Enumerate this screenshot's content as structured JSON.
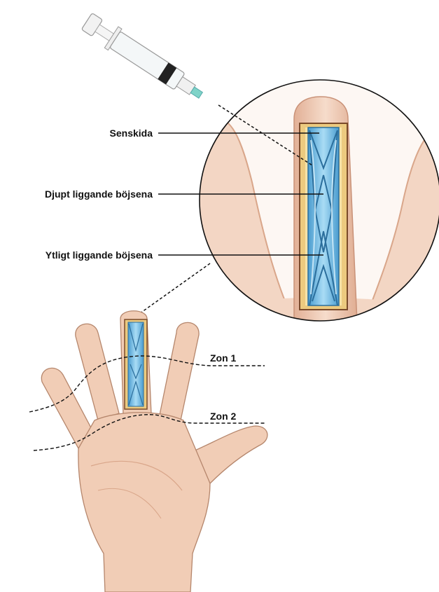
{
  "labels": {
    "tendon_sheath": "Senskida",
    "deep_flexor": "Djupt liggande böjsena",
    "superficial_flexor": "Ytligt liggande böjsena",
    "zone1": "Zon 1",
    "zone2": "Zon 2"
  },
  "colors": {
    "skin": "#f1cdb6",
    "skin_shadow": "#d9a68a",
    "sheath_fat": "#e9c77a",
    "tendon": "#7fc3e8",
    "tendon_dark": "#3f8fc2",
    "outline": "#7a4a2a"
  }
}
